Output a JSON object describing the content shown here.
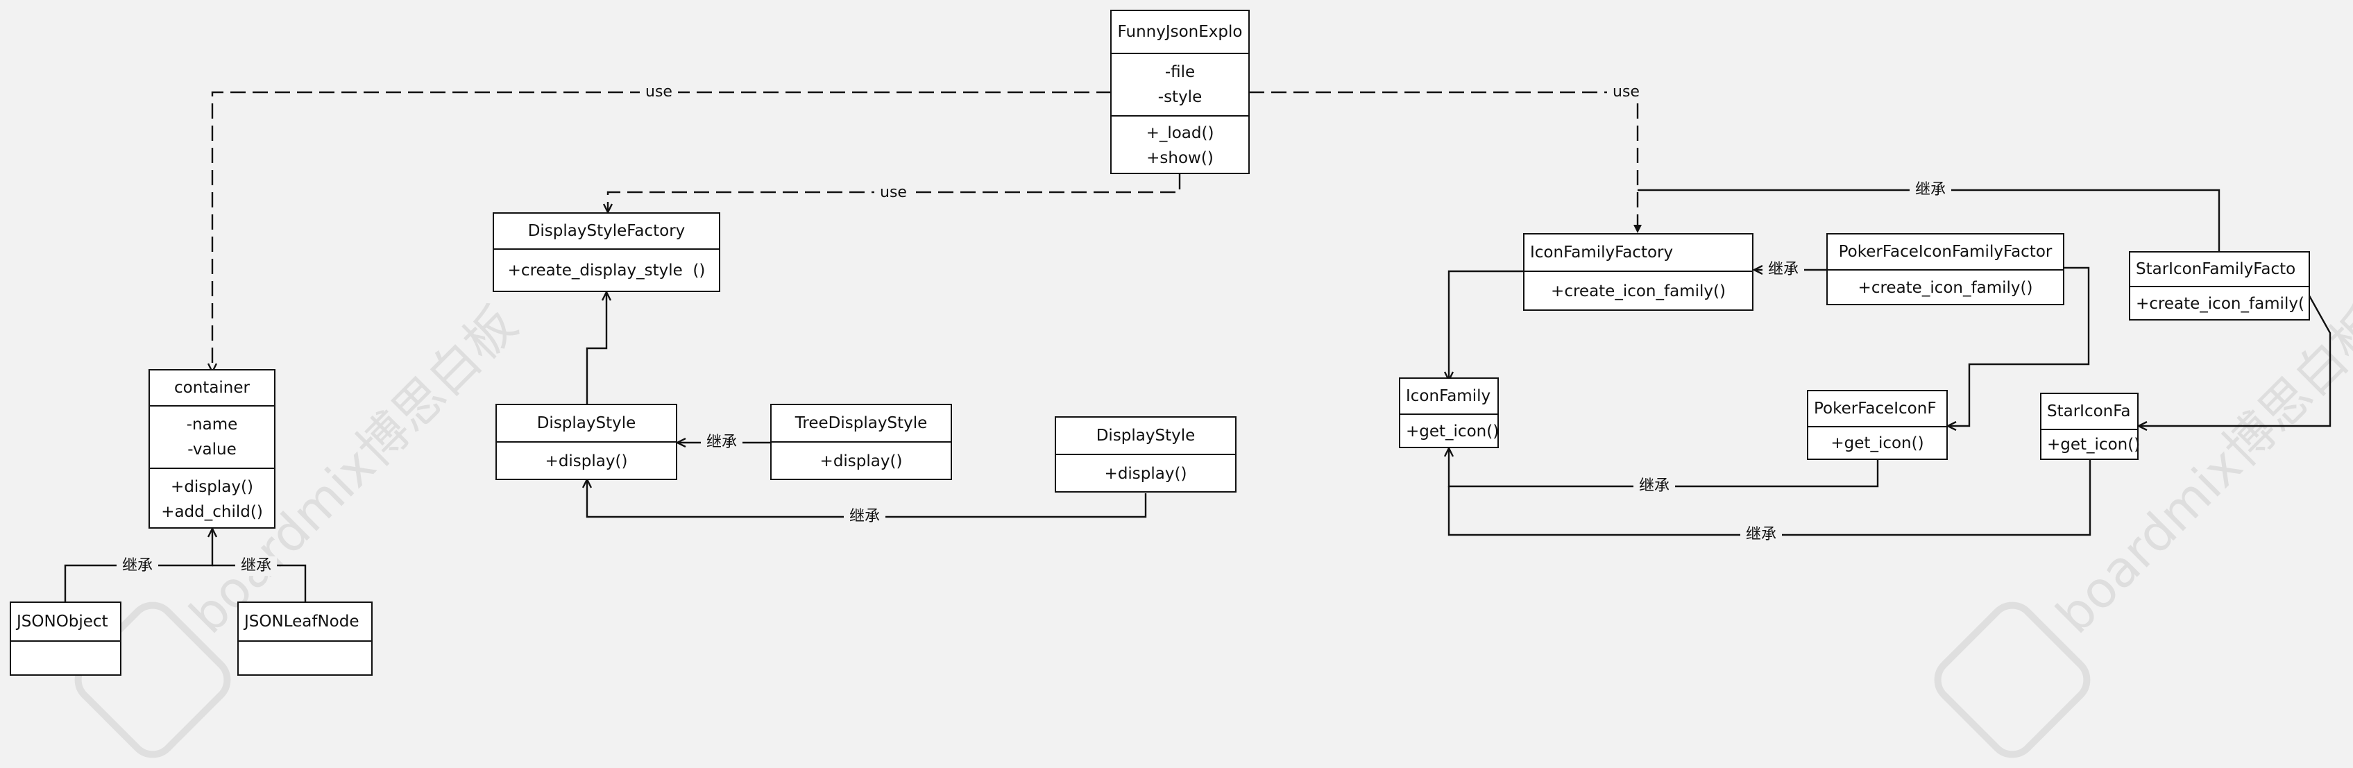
{
  "classes": {
    "funny": {
      "title": "FunnyJsonExplo",
      "attributes": [
        "-file",
        "-style"
      ],
      "methods": [
        "+_load()",
        "+show()"
      ]
    },
    "dsf": {
      "title": "DisplayStyleFactory",
      "methods": [
        "+create_display_style  ()"
      ]
    },
    "container": {
      "title": "container",
      "attributes": [
        "-name",
        "-value"
      ],
      "methods": [
        "+display()",
        "+add_child()"
      ]
    },
    "jsonobj": {
      "title": "JSONObject"
    },
    "jsonleaf": {
      "title": "JSONLeafNode"
    },
    "ds1": {
      "title": "DisplayStyle",
      "methods": [
        "+display()"
      ]
    },
    "tds": {
      "title": "TreeDisplayStyle",
      "methods": [
        "+display()"
      ]
    },
    "ds2": {
      "title": "DisplayStyle",
      "methods": [
        "+display()"
      ]
    },
    "iff": {
      "title": "IconFamilyFactory",
      "methods": [
        "+create_icon_family()"
      ]
    },
    "pfiff": {
      "title": "PokerFaceIconFamilyFactor",
      "methods": [
        "+create_icon_family()"
      ]
    },
    "siff": {
      "title": "StarIconFamilyFacto",
      "methods": [
        "+create_icon_family("
      ]
    },
    "if": {
      "title": "IconFamily",
      "methods": [
        "+get_icon()"
      ]
    },
    "pfif": {
      "title": "PokerFaceIconF",
      "methods": [
        "+get_icon()"
      ]
    },
    "sif": {
      "title": "StarIconFa",
      "methods": [
        "+get_icon()"
      ]
    }
  },
  "relations": {
    "use": "use",
    "inherit": "继承"
  },
  "watermark": {
    "text": "boardmix博思白板"
  }
}
